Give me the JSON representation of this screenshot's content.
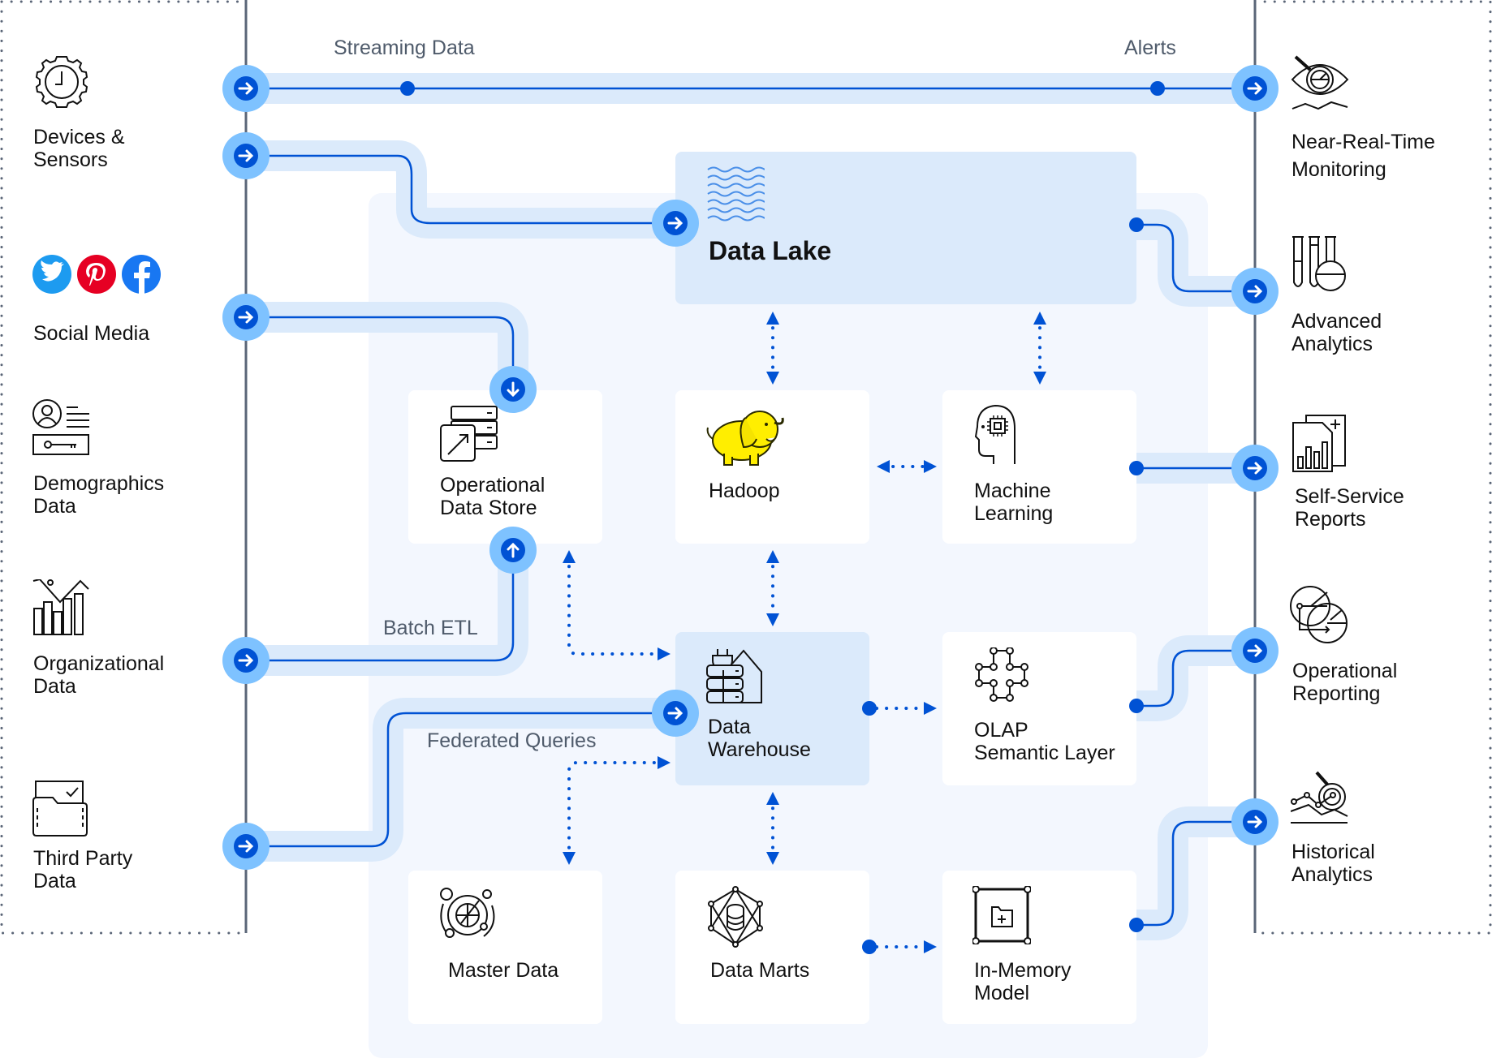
{
  "colors": {
    "accent": "#0052d4",
    "node_outer": "#7ec2ff",
    "route_band": "#dbeafb",
    "panel_bg": "#f3f7fe",
    "highlight_box": "#dbeafb",
    "border_dots": "#5a6577",
    "route_label": "#4f5b6b"
  },
  "route_labels": {
    "streaming": "Streaming Data",
    "alerts": "Alerts",
    "batch_etl": "Batch  ETL",
    "federated": "Federated Queries"
  },
  "sources": [
    {
      "id": "devices",
      "label": "Devices &\nSensors",
      "icon": "gear-clock-icon"
    },
    {
      "id": "social",
      "label": "Social Media",
      "icon": "social-icons"
    },
    {
      "id": "demographics",
      "label": "Demographics\nData",
      "icon": "id-card-key-icon"
    },
    {
      "id": "organizational",
      "label": "Organizational\nData",
      "icon": "buildings-chart-icon"
    },
    {
      "id": "third_party",
      "label": "Third Party\nData",
      "icon": "folder-check-icon"
    }
  ],
  "social_icons": [
    "twitter-icon",
    "pinterest-icon",
    "facebook-icon"
  ],
  "components": {
    "data_lake": {
      "label": "Data Lake",
      "icon": "waves-icon"
    },
    "ods": {
      "label": "Operational\nData Store",
      "icon": "server-export-icon"
    },
    "hadoop": {
      "label": "Hadoop",
      "icon": "hadoop-elephant-icon"
    },
    "ml": {
      "label": "Machine\nLearning",
      "icon": "head-chip-icon"
    },
    "dw": {
      "label": "Data\nWarehouse",
      "icon": "warehouse-plug-icon"
    },
    "olap": {
      "label": "OLAP\nSemantic Layer",
      "icon": "node-graph-icon"
    },
    "master": {
      "label": "Master Data",
      "icon": "orbit-chart-icon"
    },
    "marts": {
      "label": "Data Marts",
      "icon": "cube-database-icon"
    },
    "inmem": {
      "label": "In-Memory\nModel",
      "icon": "frame-folder-icon"
    }
  },
  "outputs": [
    {
      "id": "monitoring",
      "label": "Near-Real-Time\nMonitoring",
      "icon": "eye-gauge-icon"
    },
    {
      "id": "advanced",
      "label": "Advanced\nAnalytics",
      "icon": "lab-flask-icon"
    },
    {
      "id": "selfservice",
      "label": "Self-Service\nReports",
      "icon": "report-docs-icon"
    },
    {
      "id": "opreporting",
      "label": "Operational\nReporting",
      "icon": "overlapping-charts-icon"
    },
    {
      "id": "historical",
      "label": "Historical\nAnalytics",
      "icon": "magnify-trend-icon"
    }
  ]
}
